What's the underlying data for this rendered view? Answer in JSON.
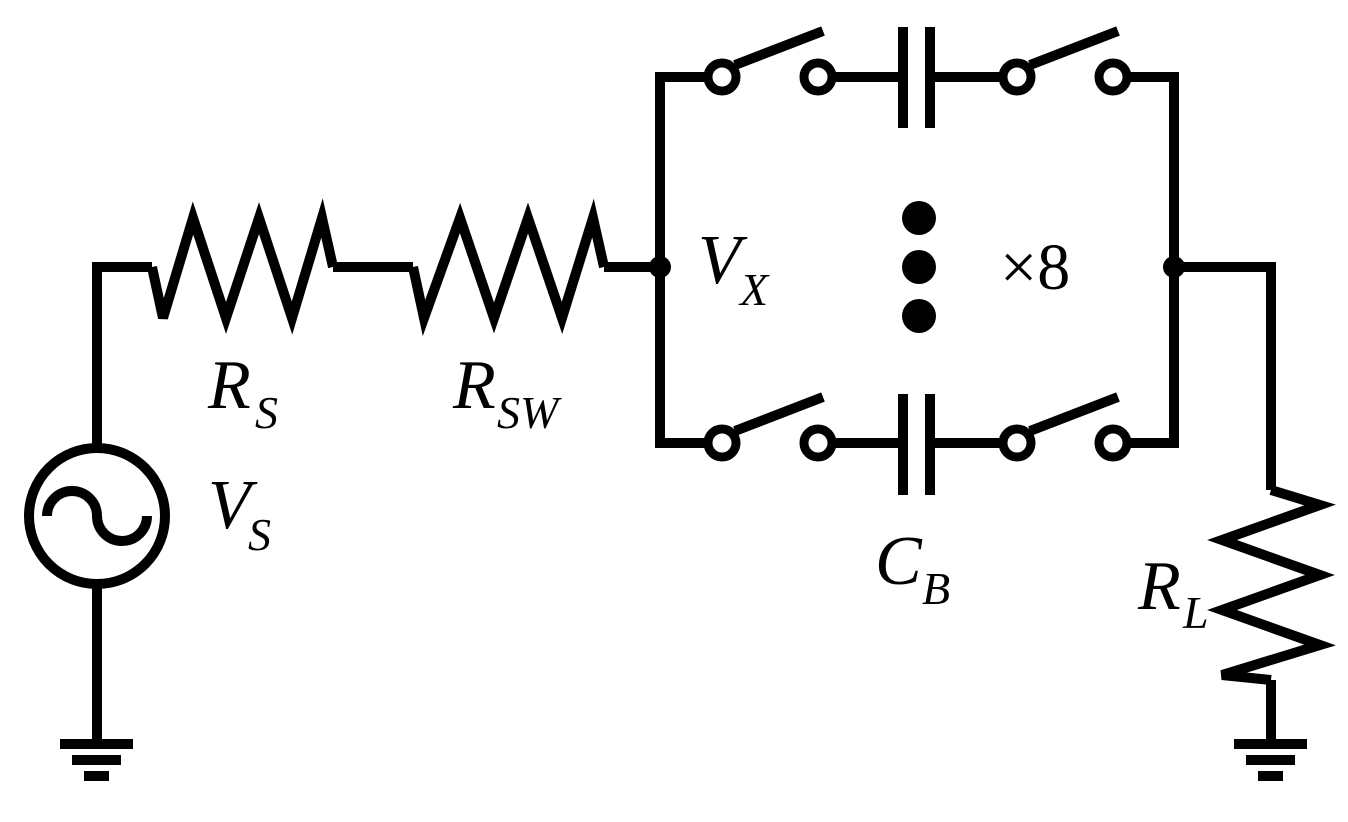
{
  "labels": {
    "rs": {
      "main": "R",
      "sub": "S"
    },
    "rsw": {
      "main": "R",
      "sub": "SW"
    },
    "vs": {
      "main": "V",
      "sub": "S"
    },
    "vx": {
      "main": "V",
      "sub": "X"
    },
    "cb": {
      "main": "C",
      "sub": "B"
    },
    "rl": {
      "main": "R",
      "sub": "L"
    },
    "multiplier": "×8"
  }
}
